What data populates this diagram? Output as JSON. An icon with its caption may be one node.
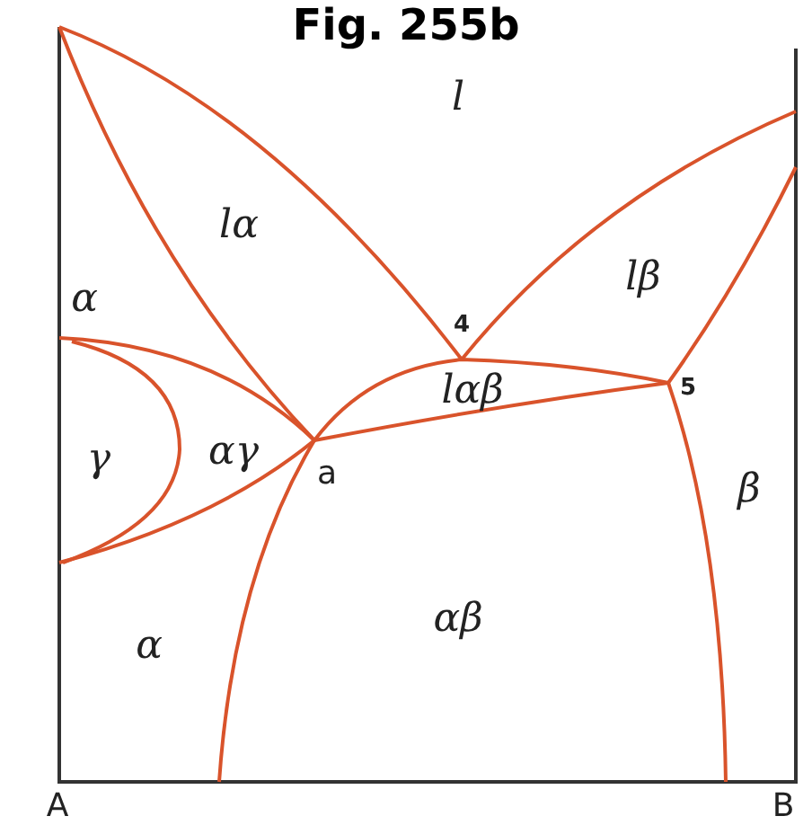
{
  "diagram": {
    "title": "Fig. 255b",
    "labels": [
      "l",
      "lα",
      "α",
      "lβ",
      "4",
      "lαβ",
      "5",
      "γ",
      "αγ",
      "a",
      "β",
      "α",
      "αβ",
      "A",
      "B"
    ]
  }
}
